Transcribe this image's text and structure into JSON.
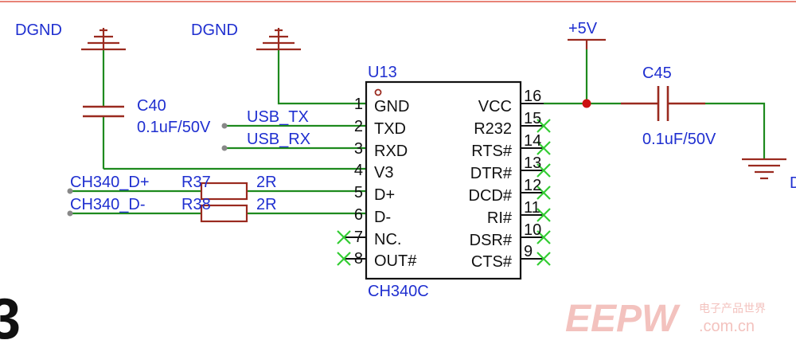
{
  "colors": {
    "wire": "#1e8a1e",
    "component": "#9a2a1f",
    "net_label": "#1f2fd0",
    "pin_text": "#111111",
    "no_connect": "#33cc33",
    "junction": "#cc1111",
    "watermark": "#f1b8b3"
  },
  "power": {
    "dgnd_left": "DGND",
    "dgnd_mid": "DGND",
    "plus5v": "+5V",
    "dgnd_right_partial": "D"
  },
  "capacitors": {
    "c40": {
      "ref": "C40",
      "value": "0.1uF/50V"
    },
    "c45": {
      "ref": "C45",
      "value": "0.1uF/50V"
    }
  },
  "resistors": {
    "r37": {
      "ref": "R37",
      "value": "2R"
    },
    "r38": {
      "ref": "R38",
      "value": "2R"
    }
  },
  "nets": {
    "usb_tx": "USB_TX",
    "usb_rx": "USB_RX",
    "dplus": "CH340_D+",
    "dminus": "CH340_D-"
  },
  "chip": {
    "ref": "U13",
    "part": "CH340C",
    "left_pins": [
      {
        "num": "1",
        "name": "GND"
      },
      {
        "num": "2",
        "name": "TXD"
      },
      {
        "num": "3",
        "name": "RXD"
      },
      {
        "num": "4",
        "name": "V3"
      },
      {
        "num": "5",
        "name": "D+"
      },
      {
        "num": "6",
        "name": "D-"
      },
      {
        "num": "7",
        "name": "NC."
      },
      {
        "num": "8",
        "name": "OUT#"
      }
    ],
    "right_pins": [
      {
        "num": "16",
        "name": "VCC"
      },
      {
        "num": "15",
        "name": "R232"
      },
      {
        "num": "14",
        "name": "RTS#"
      },
      {
        "num": "13",
        "name": "DTR#"
      },
      {
        "num": "12",
        "name": "DCD#"
      },
      {
        "num": "11",
        "name": "RI#"
      },
      {
        "num": "10",
        "name": "DSR#"
      },
      {
        "num": "9",
        "name": "CTS#"
      }
    ]
  },
  "corner_char": "3",
  "watermark": {
    "logo": "EEPW",
    "cn": "电子产品世界",
    "url": ".com.cn"
  }
}
